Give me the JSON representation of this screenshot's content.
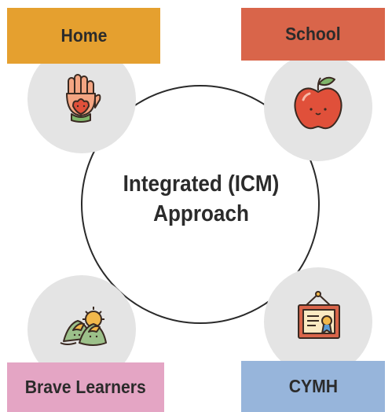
{
  "center": {
    "line1": "Integrated (ICM)",
    "line2": "Approach"
  },
  "nodes": [
    {
      "label": "Home",
      "color": "#e5a02f",
      "icon": "hand-heart-icon"
    },
    {
      "label": "School",
      "color": "#d9654a",
      "icon": "apple-icon"
    },
    {
      "label": "Brave Learners",
      "color": "#e4a5c4",
      "icon": "mountains-sun-icon"
    },
    {
      "label": "CYMH",
      "color": "#97b5db",
      "icon": "certificate-icon"
    }
  ]
}
